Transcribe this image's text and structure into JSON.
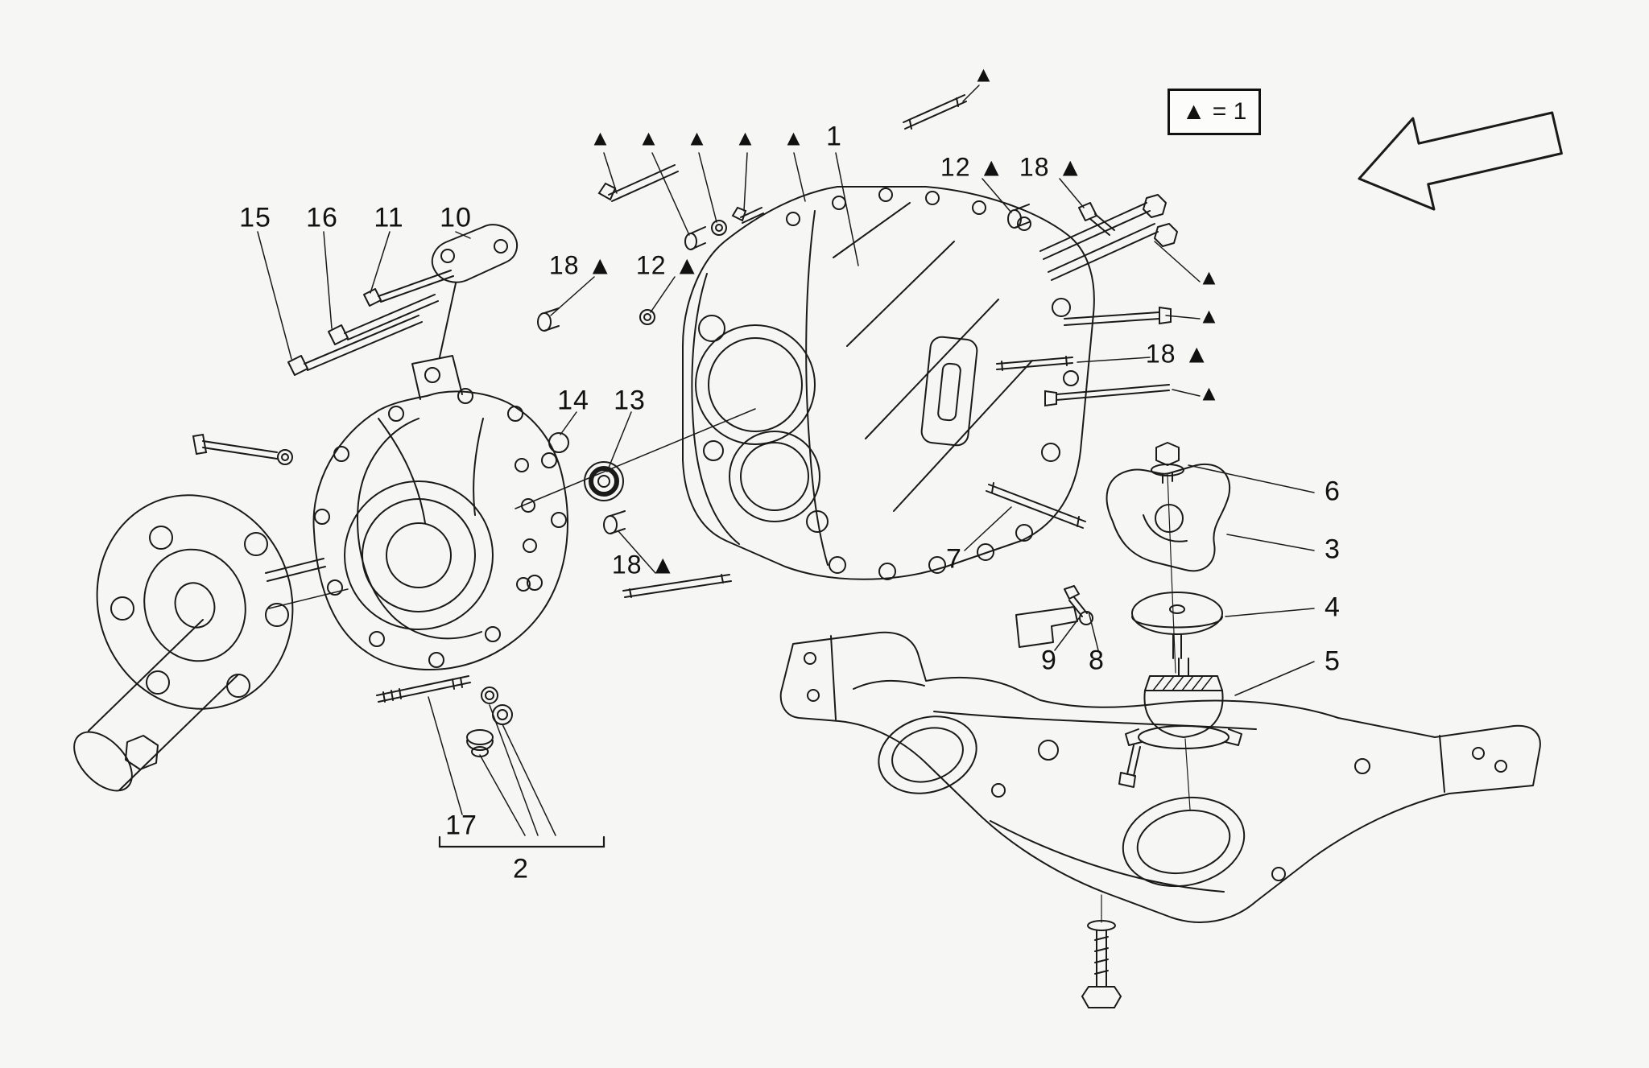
{
  "diagram": {
    "kind": "exploded-parts-diagram",
    "subject": "gearbox housings and engine mount",
    "colors": {
      "line": "#1a1a1a",
      "background": "#f6f6f4"
    }
  },
  "legend": {
    "label": "▲ = 1"
  },
  "callouts": [
    {
      "name": "label-15",
      "text": "15"
    },
    {
      "name": "label-16",
      "text": "16"
    },
    {
      "name": "label-11",
      "text": "11"
    },
    {
      "name": "label-10",
      "text": "10"
    },
    {
      "name": "triangle-top-a",
      "text": "▲"
    },
    {
      "name": "triangle-top-b",
      "text": "▲"
    },
    {
      "name": "triangle-top-c",
      "text": "▲"
    },
    {
      "name": "triangle-top-d",
      "text": "▲"
    },
    {
      "name": "triangle-top-e",
      "text": "▲"
    },
    {
      "name": "label-1",
      "text": "1"
    },
    {
      "name": "triangle-stud-top",
      "text": "▲"
    },
    {
      "name": "label-12-top",
      "text": "12 ▲"
    },
    {
      "name": "label-18-top",
      "text": "18 ▲"
    },
    {
      "name": "label-18-left",
      "text": "18 ▲"
    },
    {
      "name": "label-12-left",
      "text": "12 ▲"
    },
    {
      "name": "label-14",
      "text": "14"
    },
    {
      "name": "label-13",
      "text": "13"
    },
    {
      "name": "triangle-right-a",
      "text": "▲"
    },
    {
      "name": "triangle-right-b",
      "text": "▲"
    },
    {
      "name": "label-18-right",
      "text": "18 ▲"
    },
    {
      "name": "triangle-right-c",
      "text": "▲"
    },
    {
      "name": "label-18-lower",
      "text": "18 ▲"
    },
    {
      "name": "label-7",
      "text": "7"
    },
    {
      "name": "label-6",
      "text": "6"
    },
    {
      "name": "label-3",
      "text": "3"
    },
    {
      "name": "label-4",
      "text": "4"
    },
    {
      "name": "label-5",
      "text": "5"
    },
    {
      "name": "label-9",
      "text": "9"
    },
    {
      "name": "label-8",
      "text": "8"
    },
    {
      "name": "label-17",
      "text": "17"
    },
    {
      "name": "label-2",
      "text": "2"
    }
  ]
}
